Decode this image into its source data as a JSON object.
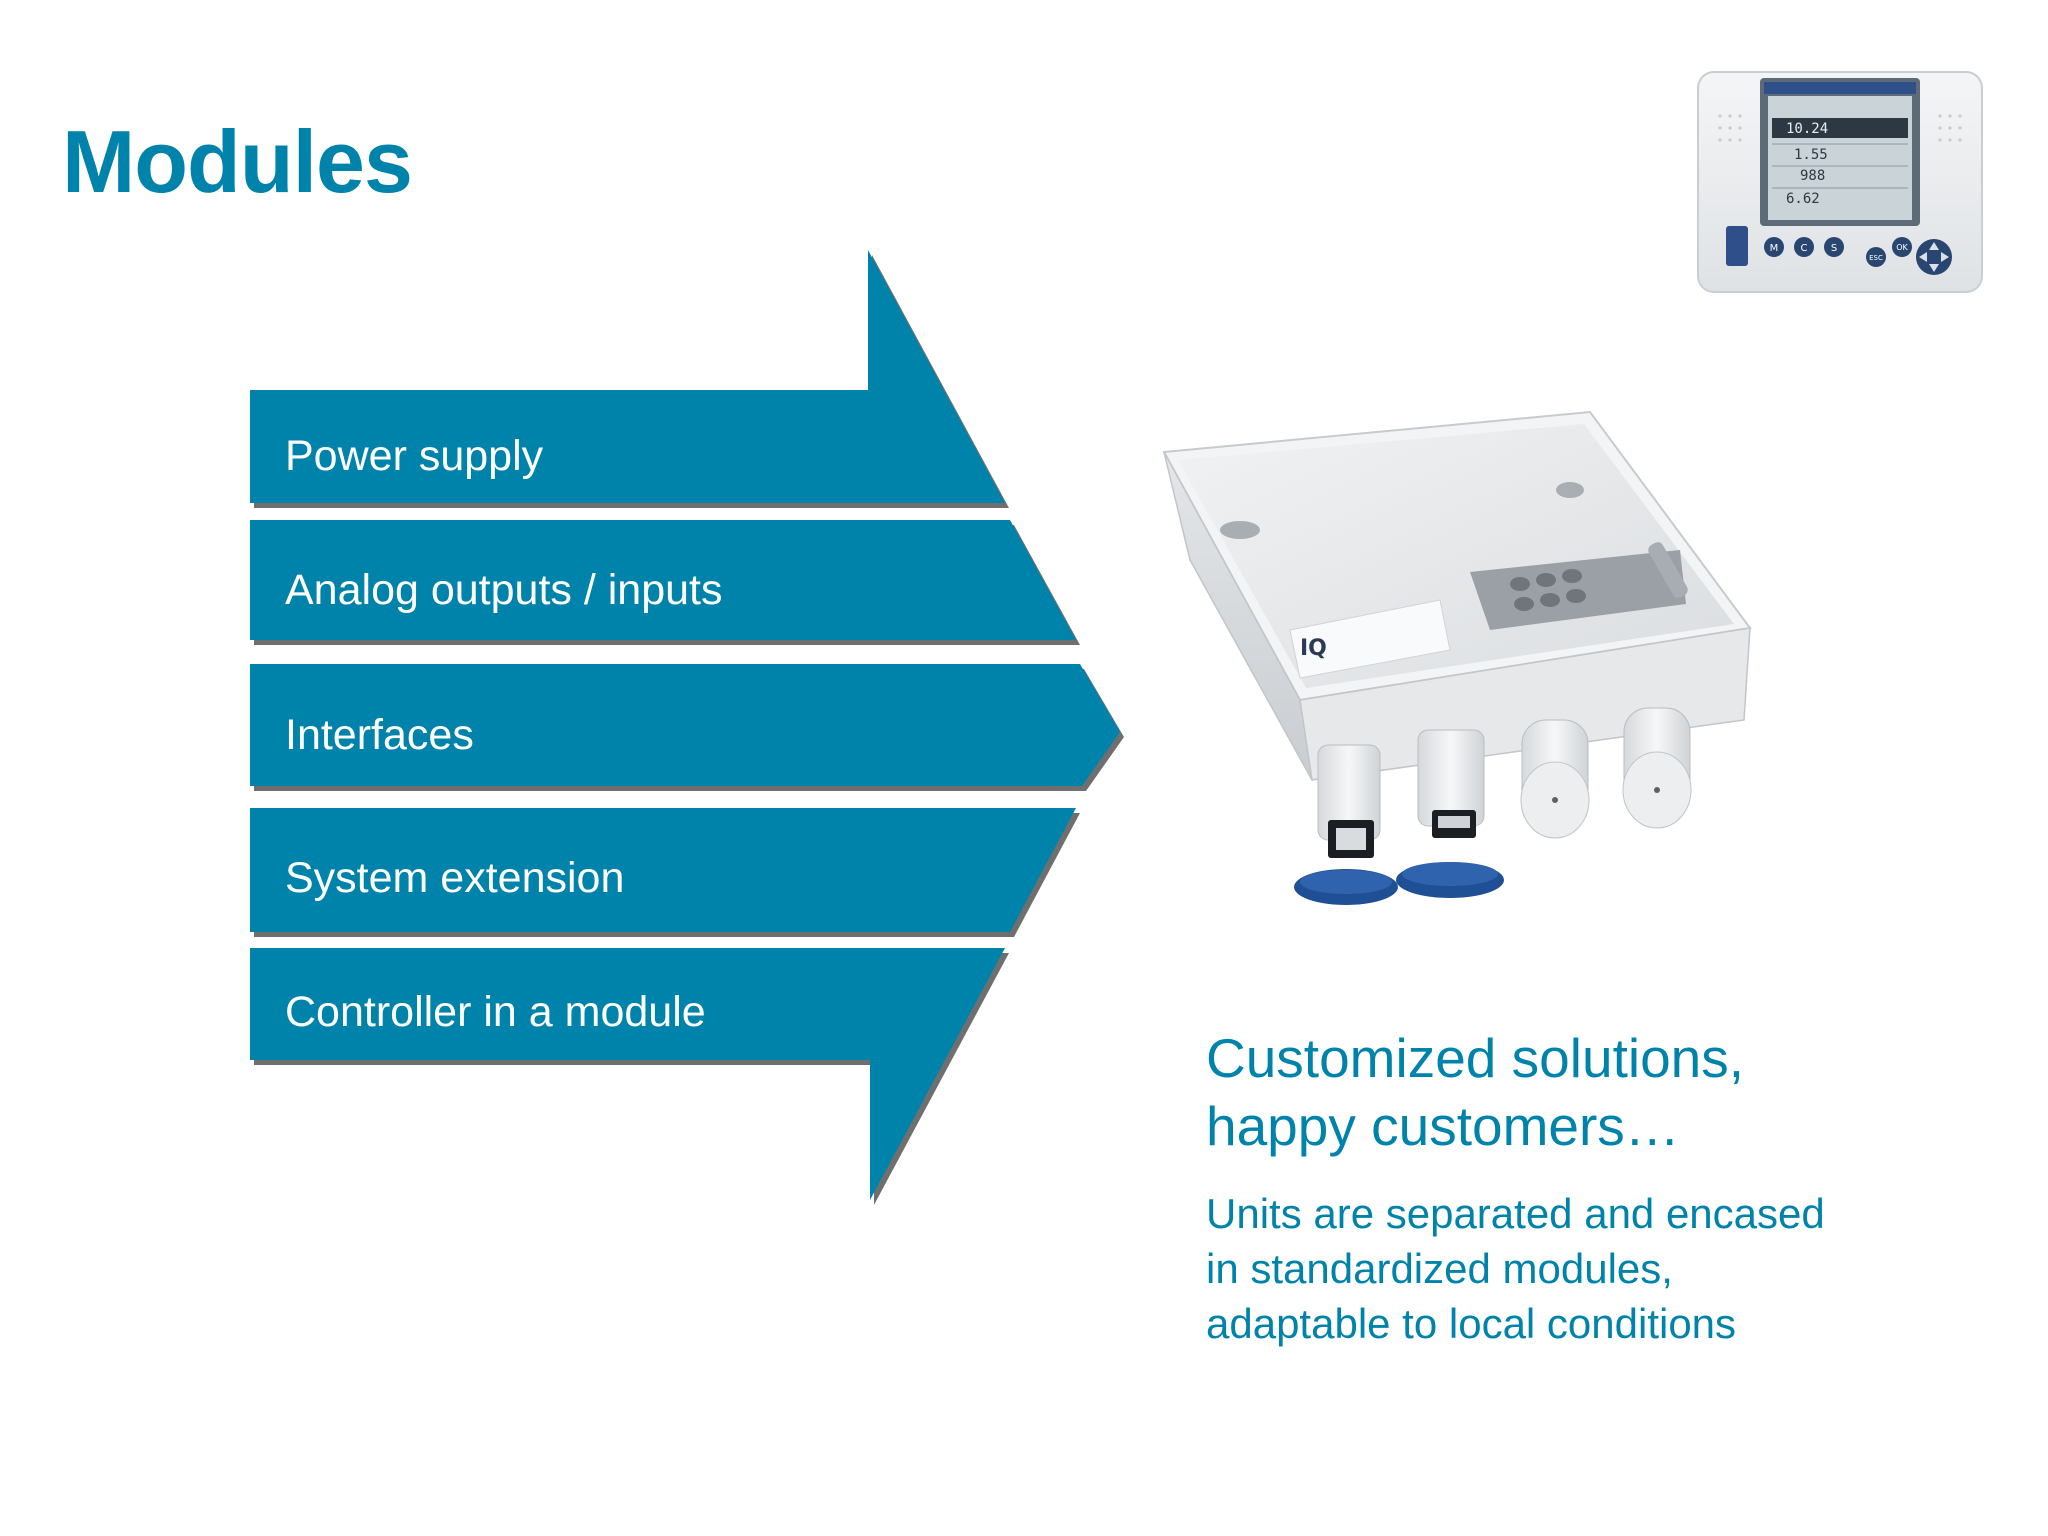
{
  "slide": {
    "title": "Modules",
    "accent_color": "#0083AB",
    "band_shadow_color": "#6f6f6f",
    "modules": [
      "Power supply",
      "Analog outputs / inputs",
      "Interfaces",
      "System extension",
      "Controller in a module"
    ],
    "headline": [
      "Customized solutions,",
      "happy customers…"
    ],
    "body": [
      "Units are separated and encased",
      "in standardized modules,",
      "adaptable to local conditions"
    ],
    "images": {
      "terminal": {
        "icon": "controller-terminal-photo",
        "readings": [
          "10.24",
          "1.55",
          "988",
          "6.62"
        ],
        "buttons": [
          "M",
          "C",
          "S",
          "ESC",
          "OK"
        ]
      },
      "module": {
        "icon": "module-box-photo"
      }
    }
  }
}
